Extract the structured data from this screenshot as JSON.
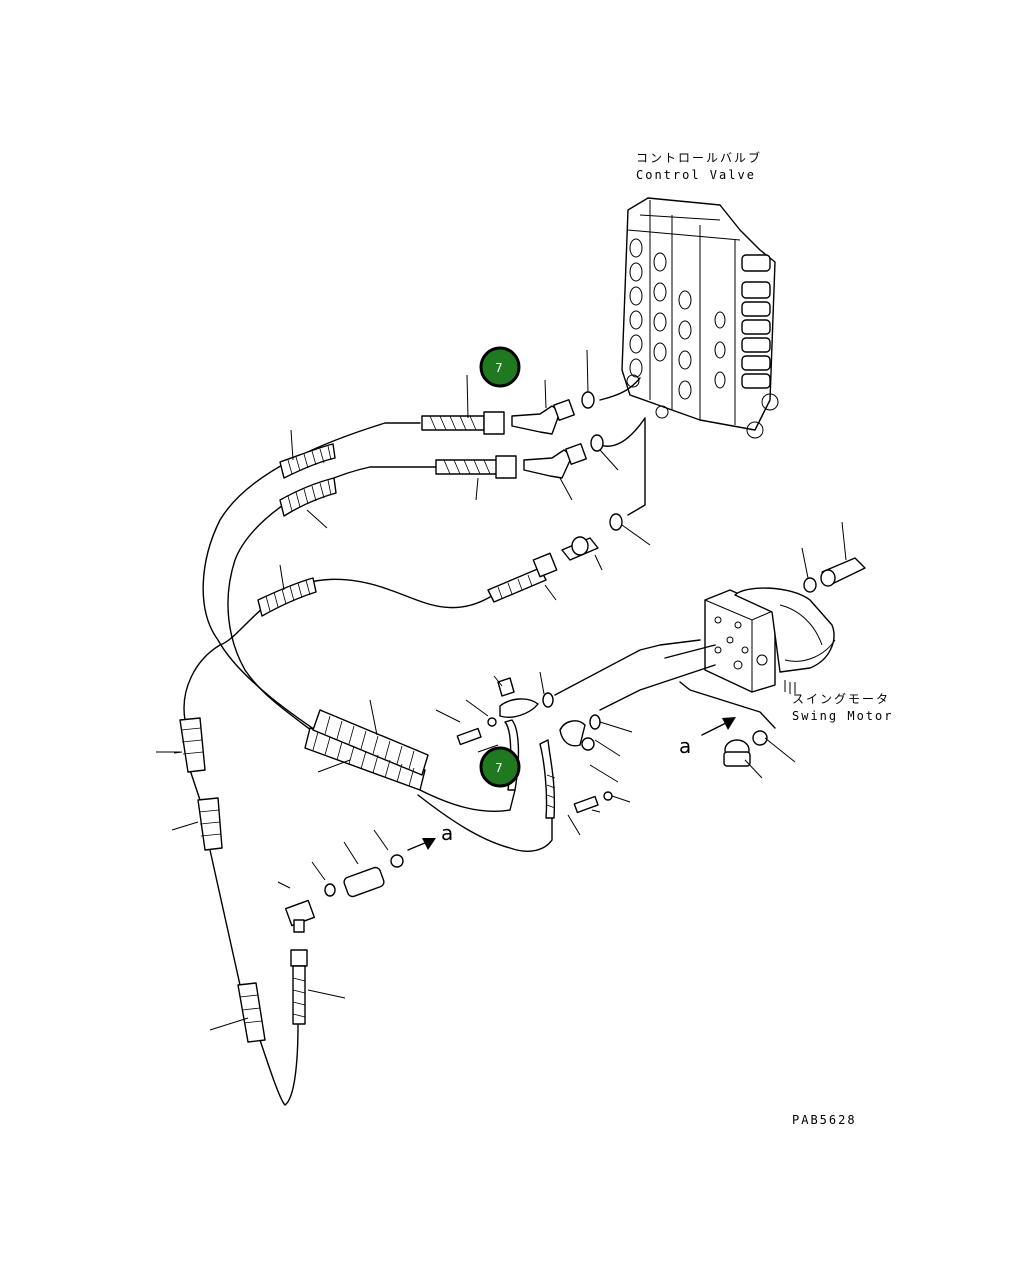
{
  "labels": {
    "control_valve_jp": "コントロールバルブ",
    "control_valve_en": "Control Valve",
    "swing_motor_jp": "スイングモータ",
    "swing_motor_en": "Swing Motor",
    "view_marker_a": "a",
    "drawing_code": "PAB5628"
  },
  "callouts": [
    "7",
    "7"
  ],
  "colors": {
    "line": "#000000",
    "callout_fill": "#1f7a1f",
    "callout_text": "#ffffff",
    "background": "#ffffff"
  }
}
